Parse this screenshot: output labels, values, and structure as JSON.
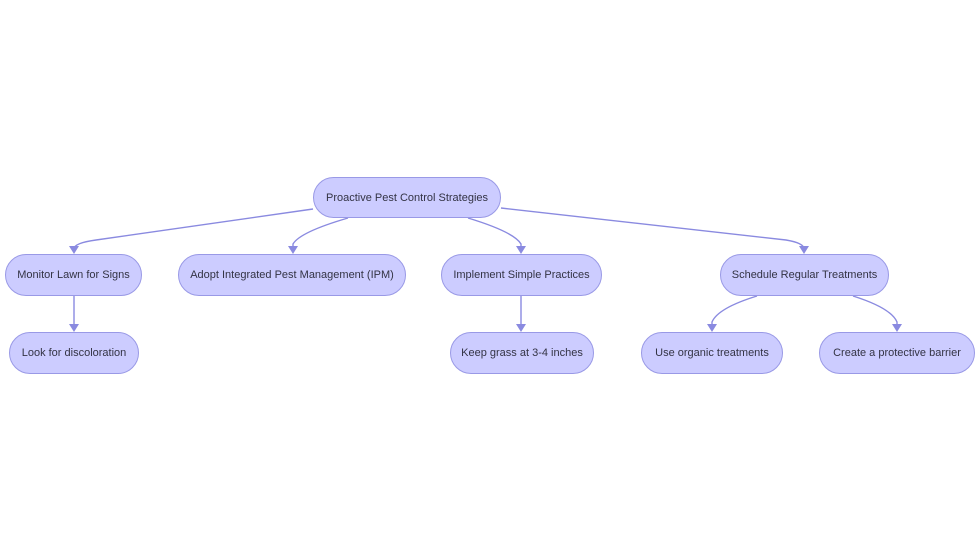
{
  "diagram": {
    "root": "Proactive Pest Control Strategies",
    "monitor": "Monitor Lawn for Signs",
    "ipm": "Adopt Integrated Pest Management (IPM)",
    "simple": "Implement Simple Practices",
    "schedule": "Schedule Regular Treatments",
    "discoloration": "Look for discoloration",
    "grass": "Keep grass at 3-4 inches",
    "organic": "Use organic treatments",
    "barrier": "Create a protective barrier"
  },
  "edges": [
    {
      "from": "root",
      "to": "monitor"
    },
    {
      "from": "root",
      "to": "ipm"
    },
    {
      "from": "root",
      "to": "simple"
    },
    {
      "from": "root",
      "to": "schedule"
    },
    {
      "from": "monitor",
      "to": "discoloration"
    },
    {
      "from": "simple",
      "to": "grass"
    },
    {
      "from": "schedule",
      "to": "organic"
    },
    {
      "from": "schedule",
      "to": "barrier"
    }
  ],
  "colors": {
    "node_fill": "#ccccff",
    "node_border": "#9999e6",
    "edge": "#8a8ae0",
    "text": "#333344"
  }
}
